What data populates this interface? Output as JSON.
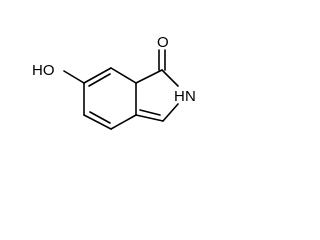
{
  "diagram": {
    "type": "chemical-structure",
    "atom_labels": {
      "hydroxyl": "HO",
      "carbonyl_oxygen": "O",
      "ring_nitrogen_h": "H",
      "ring_nitrogen": "N"
    }
  }
}
